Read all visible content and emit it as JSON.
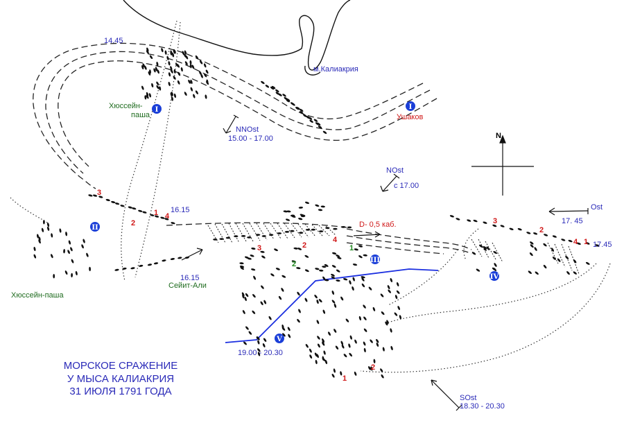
{
  "labels": {
    "time_1445": "14.45",
    "cape": "м.Калиакрия",
    "hussein_top_1": "Хюссейн-",
    "hussein_top_2": "паша",
    "ushakov": "Ушаков",
    "wind_nnost": "NNOst",
    "wind_nnost_time": "15.00 - 17.00",
    "north": "N",
    "wind_nost": "NOst",
    "wind_nost_time": "с 17.00",
    "wind_ost": "Ost",
    "wind_ost_time": "17. 45",
    "time_1615_a": "16.15",
    "time_1615_b": "16.15",
    "seit_ali": "Сейит-Али",
    "distance": "D- 0,5 каб.",
    "time_1745": "17.45",
    "hussein_bottom": "Хюссейн-паша",
    "time_v": "19.00 - 20.30",
    "wind_sost": "SOst",
    "wind_sost_time": "18.30 - 20.30"
  },
  "phases": [
    "I",
    "I",
    "II",
    "III",
    "IV",
    "V"
  ],
  "numbers": {
    "n3a": "3",
    "n2a": "2",
    "n1a": "1",
    "n4a": "4",
    "n3b": "3",
    "n2b": "2",
    "n4b": "4",
    "n1g": "1",
    "n2g": "2",
    "n3c": "3",
    "n2c": "2",
    "n4c": "4",
    "n1c": "1",
    "n1d": "1",
    "n2d": "2"
  },
  "title": {
    "line1": "МОРСКОЕ СРАЖЕНИЕ",
    "line2": "У МЫСА КАЛИАКРИЯ",
    "line3": "31 ИЮЛЯ 1791 ГОДА"
  },
  "colors": {
    "blue_text": "#2a2ab8",
    "green_text": "#1e6b1e",
    "red_text": "#d01818",
    "phase_circle": "#1b3fd8",
    "front_line": "#1a2ee0"
  }
}
